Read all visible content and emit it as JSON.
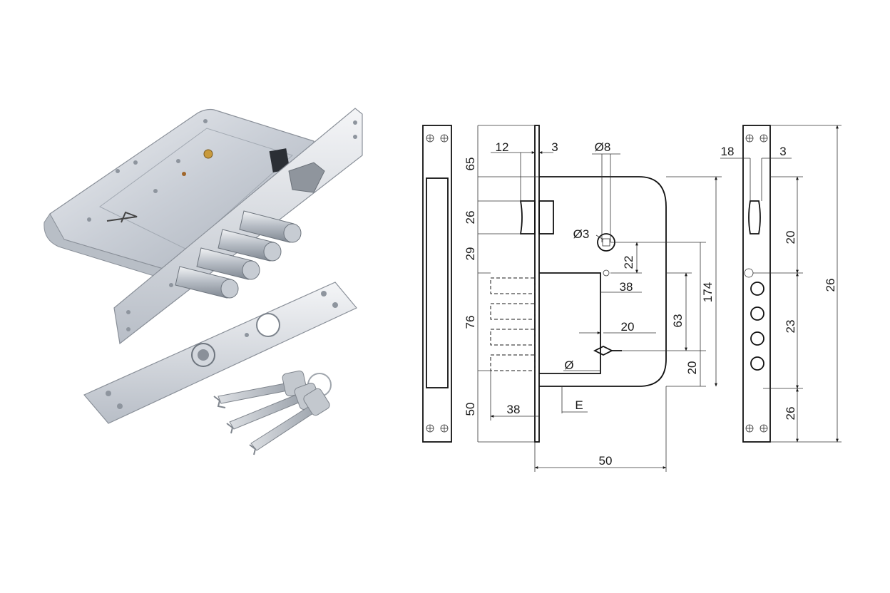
{
  "diagram": {
    "dimensions": {
      "d65": "65",
      "d26_left": "26",
      "d29": "29",
      "d76": "76",
      "d50_left": "50",
      "d12": "12",
      "d3_top": "3",
      "d_phi8": "Ø8",
      "d_phi3": "Ø3",
      "d22": "22",
      "d38_mid": "38",
      "d20_mid": "20",
      "d_phi": "Ø",
      "d38_bottom": "38",
      "dE": "E",
      "d50_bottom": "50",
      "d63": "63",
      "d20_right": "20",
      "d174": "174",
      "d18": "18",
      "d3_side": "3",
      "d20_side": "20",
      "d23_side": "23",
      "d26_side": "26",
      "d26_total": "26"
    }
  }
}
